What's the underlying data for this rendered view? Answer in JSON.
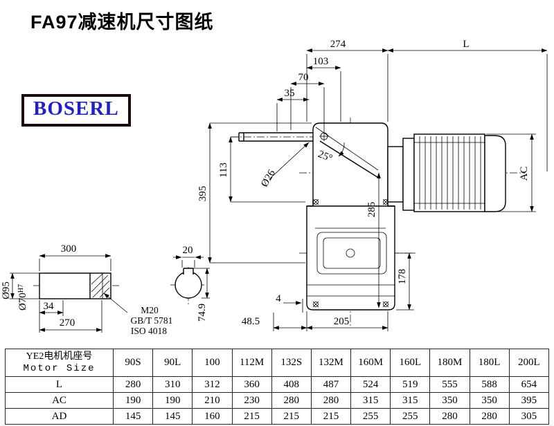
{
  "page": {
    "title": "FA97减速机尺寸图纸",
    "logo_text": "BOSERL"
  },
  "main_view": {
    "dim_274": "274",
    "dim_L": "L",
    "dim_103": "103",
    "dim_70": "70",
    "dim_35": "35",
    "angle_25": "25°",
    "dia_26": "Ø26",
    "dim_113": "113",
    "dim_395": "395",
    "dim_285": "285",
    "dim_AC": "AC",
    "dim_178": "178",
    "dim_4": "4",
    "dim_48_5": "48.5",
    "dim_205": "205"
  },
  "shaft_view": {
    "dim_300": "300",
    "dim_20": "20",
    "dia_95": "Ø95",
    "dia_70": "Ø70",
    "dia_70_tol": "H7",
    "dim_34": "34",
    "dim_270": "270",
    "thread": "M20",
    "standard_1": "GB/T 5781",
    "standard_2": "ISO 4018",
    "dim_74_9": "74.9"
  },
  "table": {
    "header_cn": "YE2电机机座号",
    "header_en": "Motor Size",
    "columns": [
      "90S",
      "90L",
      "100",
      "112M",
      "132S",
      "132M",
      "160M",
      "160L",
      "180M",
      "180L",
      "200L"
    ],
    "rows": [
      {
        "label": "L",
        "values": [
          "280",
          "310",
          "312",
          "360",
          "408",
          "487",
          "524",
          "519",
          "555",
          "588",
          "654"
        ]
      },
      {
        "label": "AC",
        "values": [
          "190",
          "190",
          "210",
          "230",
          "280",
          "280",
          "315",
          "315",
          "350",
          "350",
          "395"
        ]
      },
      {
        "label": "AD",
        "values": [
          "145",
          "145",
          "160",
          "215",
          "215",
          "215",
          "255",
          "255",
          "280",
          "280",
          "305"
        ]
      }
    ]
  },
  "colors": {
    "line": "#000000",
    "logo_text": "#2222bb",
    "logo_border": "#1a0a0a"
  }
}
